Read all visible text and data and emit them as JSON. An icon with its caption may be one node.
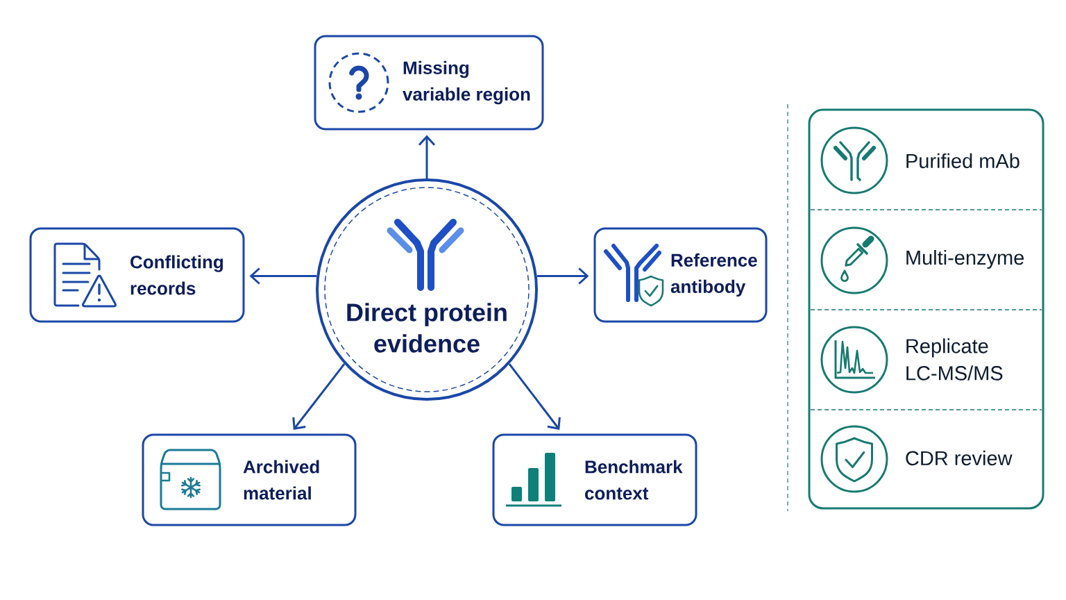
{
  "diagram": {
    "nodes": [
      {
        "text": [
          "Missing variable region"
        ]
      },
      {
        "text": [
          "Conflicting records"
        ]
      },
      {
        "text": [
          "Direct protein evidence"
        ]
      },
      {
        "text": [
          "Reference antibody"
        ]
      },
      {
        "text": [
          "Archived material"
        ]
      },
      {
        "text": [
          "Benchmark context"
        ]
      },
      {
        "text": [],
        "shape": "box"
      },
      {
        "text": [
          "Purified mAb"
        ],
        "in": 6
      },
      {
        "text": [
          "Multi-enzyme"
        ],
        "in": 6
      },
      {
        "text": [
          "Replicate LC-MS/MS"
        ],
        "in": 6
      },
      {
        "text": [
          "CDR review"
        ],
        "in": 6
      }
    ],
    "edges": [
      {
        "from": 2,
        "to": 0,
        "arrow": "to"
      },
      {
        "from": 2,
        "to": 1,
        "arrow": "to"
      },
      {
        "from": 2,
        "to": 3,
        "arrow": "to"
      },
      {
        "from": 2,
        "to": 4,
        "arrow": "to"
      },
      {
        "from": 2,
        "to": 5,
        "arrow": "to"
      }
    ]
  }
}
